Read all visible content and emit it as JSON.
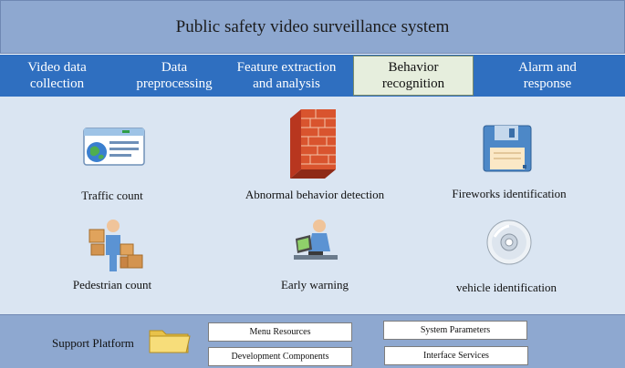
{
  "header": {
    "title": "Public safety video surveillance system"
  },
  "tabs": [
    {
      "label": "Video data collection"
    },
    {
      "label": "Data preprocessing"
    },
    {
      "label": "Feature extraction and analysis"
    },
    {
      "label": "Behavior recognition",
      "active": true
    },
    {
      "label": "Alarm and response"
    }
  ],
  "features": [
    {
      "label": "Traffic count",
      "icon": "browser-window-globe-icon"
    },
    {
      "label": "Abnormal behavior detection",
      "icon": "firewall-icon"
    },
    {
      "label": "Fireworks identification",
      "icon": "floppy-disk-icon"
    },
    {
      "label": "Pedestrian count",
      "icon": "person-with-boxes-icon"
    },
    {
      "label": "Early warning",
      "icon": "person-at-computer-icon"
    },
    {
      "label": "vehicle identification",
      "icon": "cd-disc-icon"
    }
  ],
  "support": {
    "title": "Support Platform",
    "icon": "folder-icon",
    "items": [
      {
        "label": "Menu Resources"
      },
      {
        "label": "System Parameters"
      },
      {
        "label": "Development Components"
      },
      {
        "label": "Interface Services"
      }
    ]
  },
  "colors": {
    "header_bg": "#8ea8d0",
    "tab_bar_bg": "#2f6fc0",
    "active_tab_bg": "#e6eedd",
    "main_bg": "#dae5f2"
  }
}
